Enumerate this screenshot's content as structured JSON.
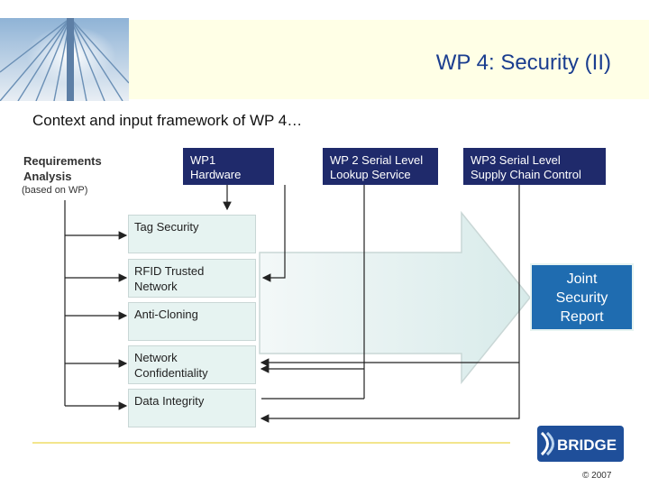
{
  "title": "WP 4: Security (II)",
  "subtitle": "Context and input framework of WP 4…",
  "requirements": {
    "label_line1": "Requirements",
    "label_line2": "Analysis",
    "note": "(based on WP)"
  },
  "work_packages": [
    {
      "line1": "WP1 Hardware",
      "line2": ""
    },
    {
      "line1": "WP 2 Serial Level",
      "line2": "Lookup Service"
    },
    {
      "line1": "WP3 Serial Level",
      "line2": "Supply Chain Control"
    }
  ],
  "tasks": [
    {
      "line1": "Tag Security",
      "line2": ""
    },
    {
      "line1": "RFID Trusted",
      "line2": "Network"
    },
    {
      "line1": "Anti-Cloning",
      "line2": ""
    },
    {
      "line1": "Network",
      "line2": "Confidentiality"
    },
    {
      "line1": "Data Integrity",
      "line2": ""
    }
  ],
  "output": {
    "line1": "Joint",
    "line2": "Security",
    "line3": "Report"
  },
  "logo_text": "BRIDGE",
  "copyright": "© 2007",
  "colors": {
    "navy": "#1f2a6b",
    "title_blue": "#1a3d8f",
    "box_green": "#e6f3f1",
    "report_blue": "#1f6cb0",
    "header_band": "#ffffe6"
  }
}
